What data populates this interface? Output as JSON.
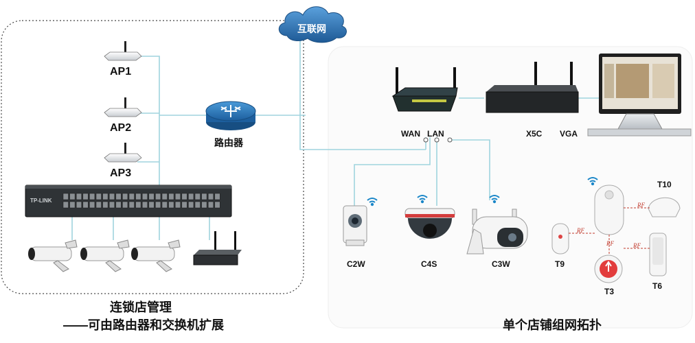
{
  "internet": "互联网",
  "left_panel": {
    "aps": [
      "AP1",
      "AP2",
      "AP3"
    ],
    "router": "路由器",
    "switch_brand": "TP-LINK",
    "caption_line1": "连锁店管理",
    "caption_line2": "——可由路由器和交换机扩展"
  },
  "right_panel": {
    "router_ports": {
      "wan": "WAN",
      "lan": "LAN"
    },
    "nvr": "X5C",
    "vga": "VGA",
    "cameras": [
      "C2W",
      "C4S",
      "C3W"
    ],
    "sensors": {
      "t9": "T9",
      "t3": "T3",
      "t6": "T6",
      "t10": "T10"
    },
    "rf": "RF",
    "caption": "单个店铺组网拓扑"
  },
  "colors": {
    "link": "#9fd4de",
    "router_blue": "#2a74b8",
    "cloud": "#2a6fb0",
    "rf_red": "#c0392b",
    "wifi": "#1a86c8"
  }
}
